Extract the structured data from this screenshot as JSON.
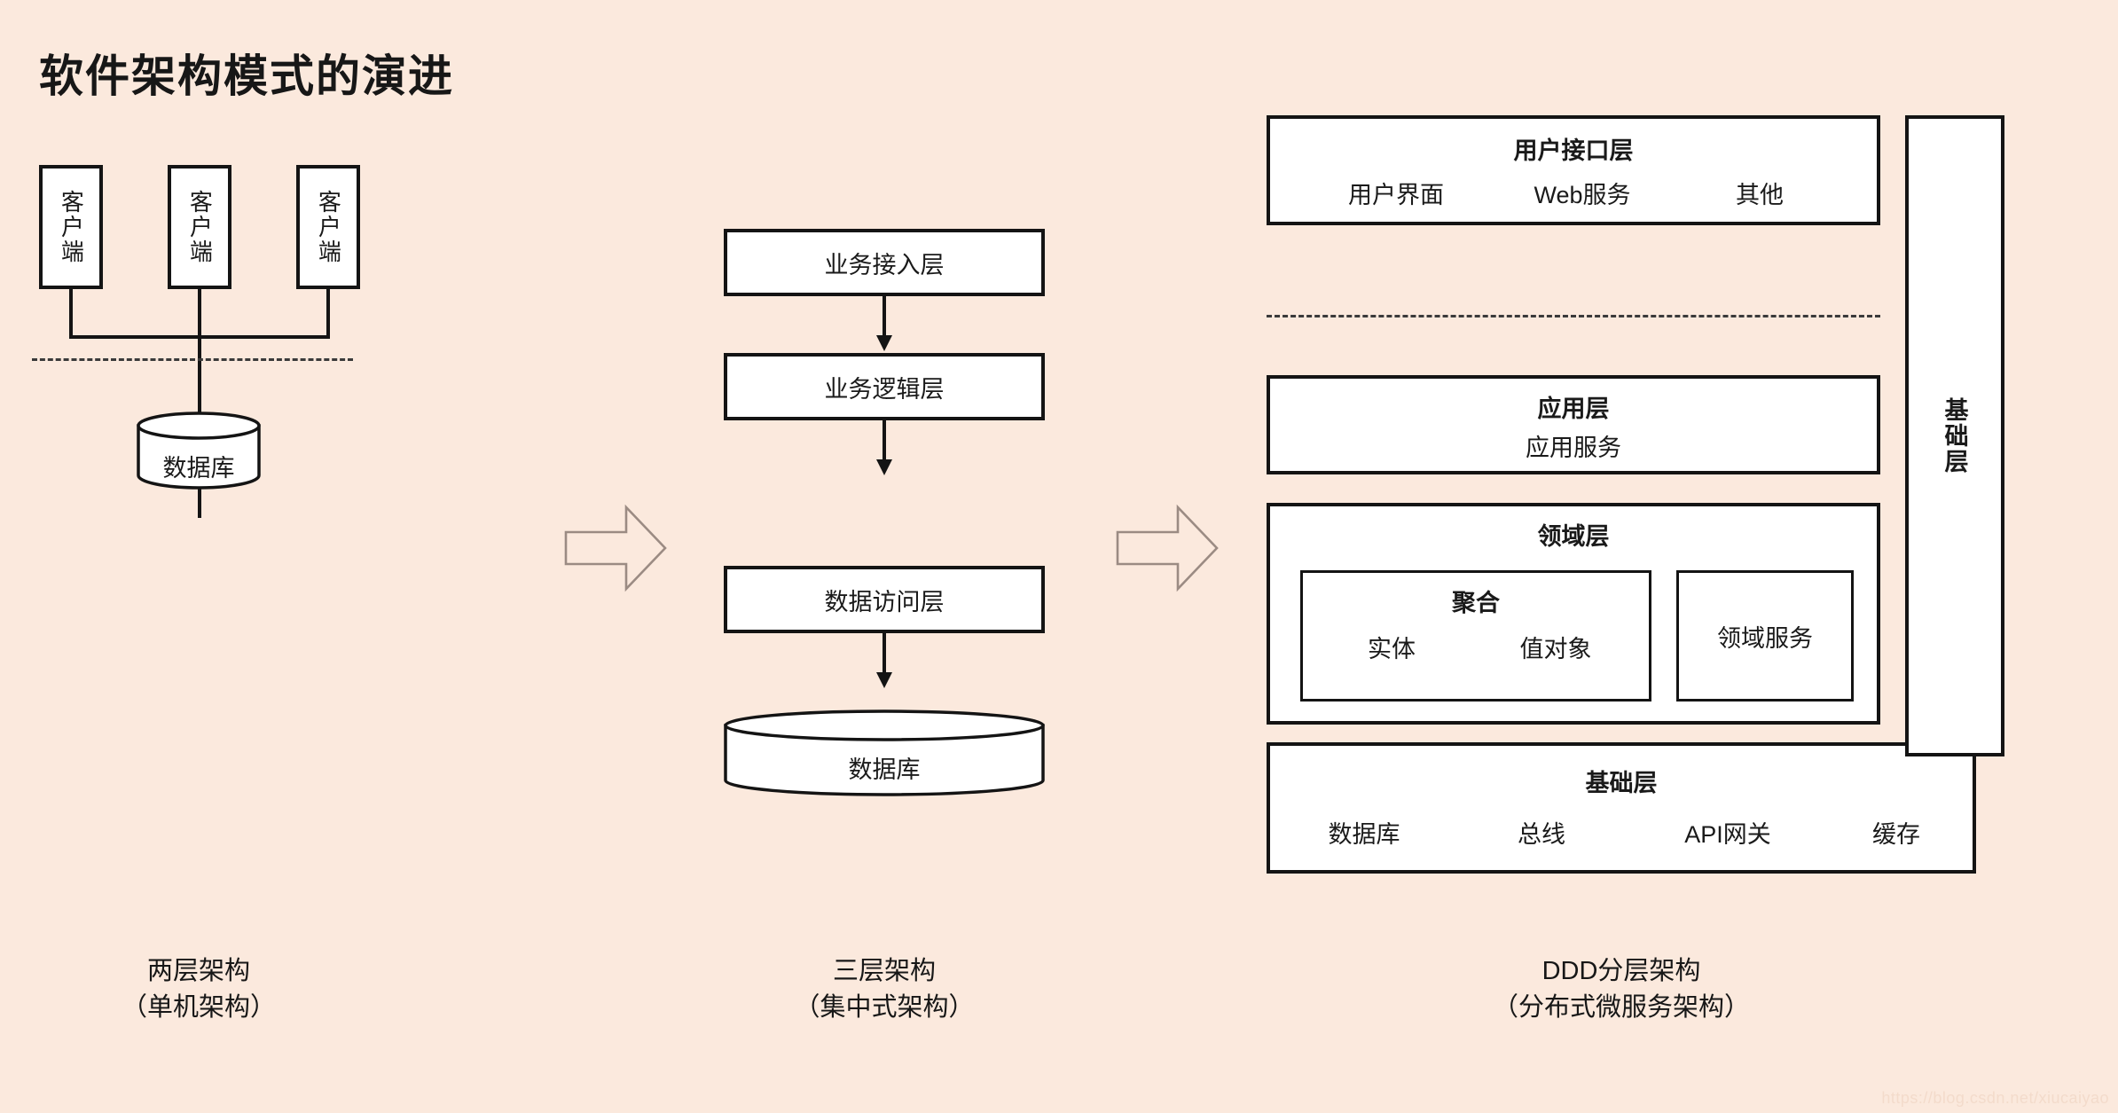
{
  "page": {
    "title": "软件架构模式的演进",
    "background_color": "#FBE9DD",
    "line_color": "#141414",
    "box_fill": "#FFFFFF",
    "watermark": "https://blog.csdn.net/xiucaiyao"
  },
  "two_tier": {
    "clients": [
      {
        "label": "客户端"
      },
      {
        "label": "客户端"
      },
      {
        "label": "客户端"
      }
    ],
    "database": {
      "label": "数据库",
      "shape": "cylinder"
    },
    "divider": {
      "style": "dashed"
    },
    "caption_line1": "两层架构",
    "caption_line2": "（单机架构）"
  },
  "three_tier": {
    "layers": [
      {
        "label": "业务接入层"
      },
      {
        "label": "业务逻辑层"
      },
      {
        "label": "数据访问层"
      }
    ],
    "database": {
      "label": "数据库",
      "shape": "cylinder"
    },
    "caption_line1": "三层架构",
    "caption_line2": "（集中式架构）"
  },
  "ddd": {
    "user_interface_layer": {
      "title": "用户接口层",
      "items": [
        "用户界面",
        "Web服务",
        "其他"
      ]
    },
    "divider": {
      "style": "dashed"
    },
    "application_layer": {
      "title": "应用层",
      "items": [
        "应用服务"
      ]
    },
    "domain_layer": {
      "title": "领域层",
      "aggregate": {
        "title": "聚合",
        "items": [
          "实体",
          "值对象"
        ]
      },
      "domain_service": {
        "label": "领域服务"
      }
    },
    "infrastructure_layer": {
      "title": "基础层",
      "items": [
        "数据库",
        "总线",
        "API网关",
        "缓存"
      ]
    },
    "infrastructure_sidebar": {
      "label": "基础层"
    },
    "caption_line1": "DDD分层架构",
    "caption_line2": "（分布式微服务架构）"
  },
  "transitions": [
    {
      "name": "two-tier-to-three-tier",
      "icon": "block-arrow-right-icon"
    },
    {
      "name": "three-tier-to-ddd",
      "icon": "block-arrow-right-icon"
    }
  ]
}
